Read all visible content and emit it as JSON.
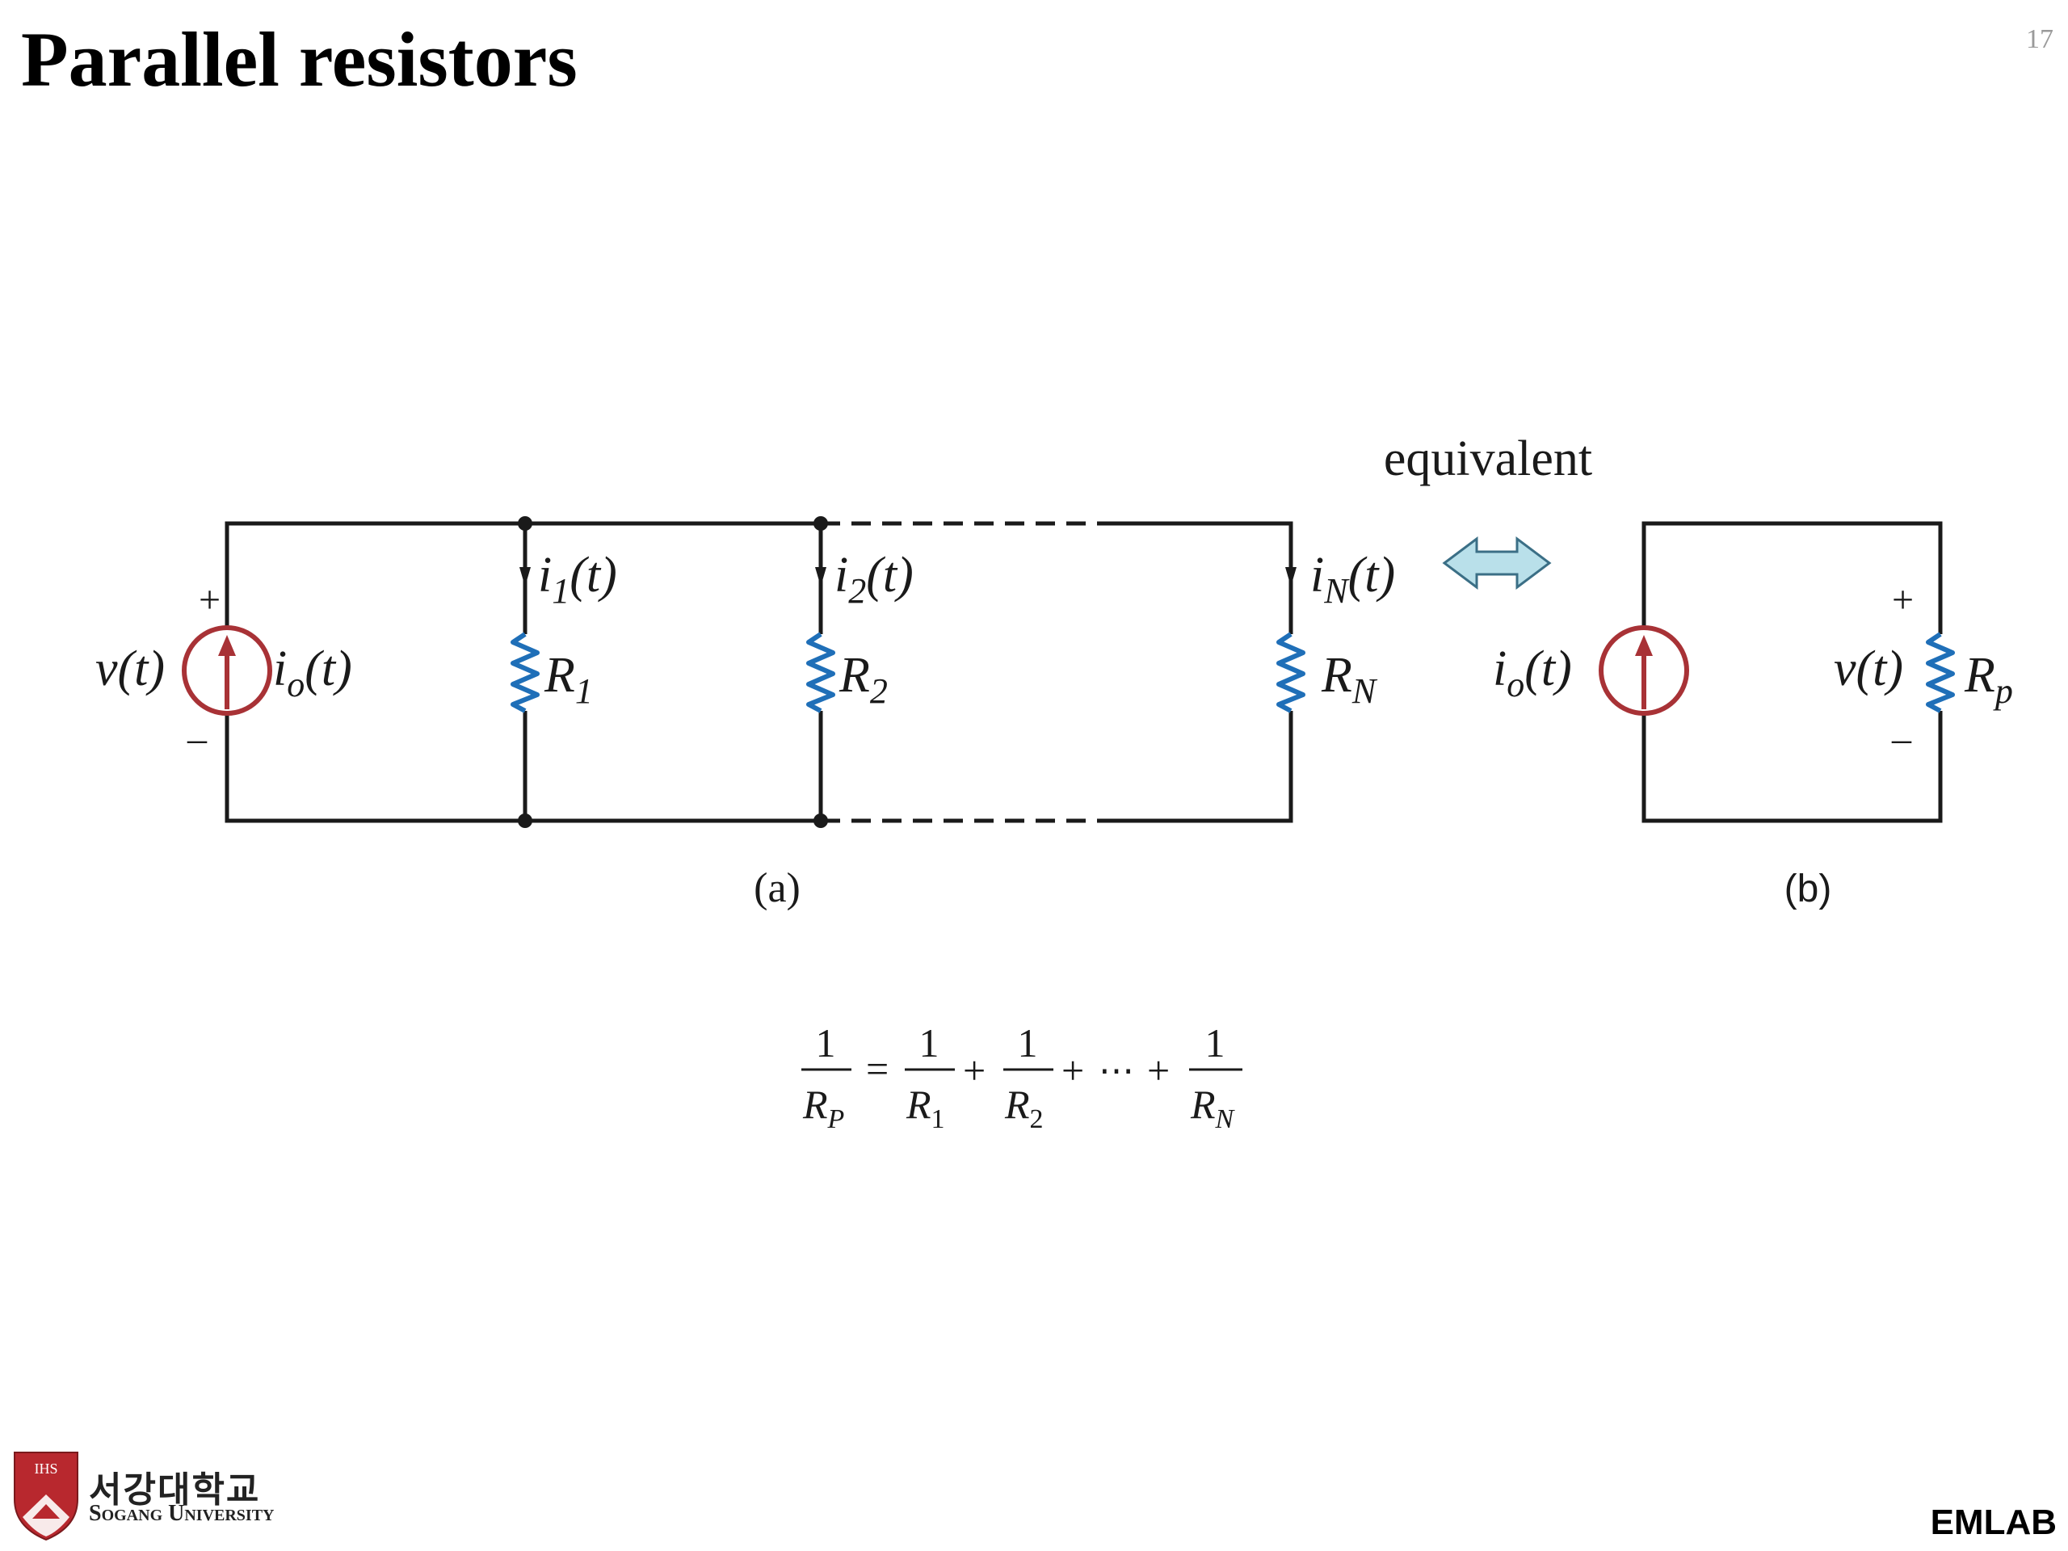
{
  "slide": {
    "title": "Parallel resistors",
    "page_number": "17",
    "footer_lab": "EMLAB",
    "university_korean": "서강대학교",
    "university_english": "Sogang University",
    "logo_initials": "IHS"
  },
  "circuit_a": {
    "caption": "(a)",
    "voltage": "v(t)",
    "source_current": "io(t)",
    "plus": "+",
    "minus": "–",
    "branches": [
      {
        "current": "i1(t)",
        "resistor": "R1"
      },
      {
        "current": "i2(t)",
        "resistor": "R2"
      },
      {
        "current": "iN(t)",
        "resistor": "RN"
      }
    ]
  },
  "equivalent_label": "equivalent",
  "circuit_b": {
    "caption": "(b)",
    "source_current": "io(t)",
    "voltage": "v(t)",
    "resistor": "Rp",
    "plus": "+",
    "minus": "–"
  },
  "formula": {
    "numerator": "1",
    "lhs_denominator": "RP",
    "equals": "=",
    "plus": "+",
    "ellipsis": "⋯",
    "denominators": [
      "R1",
      "R2",
      "RN"
    ]
  },
  "colors": {
    "wire": "#1a1a1a",
    "resistor": "#1f6fb8",
    "source": "#a83236",
    "arrow_fill": "#b9e0ea",
    "arrow_stroke": "#3b6f86",
    "logo_red": "#b8282e"
  }
}
